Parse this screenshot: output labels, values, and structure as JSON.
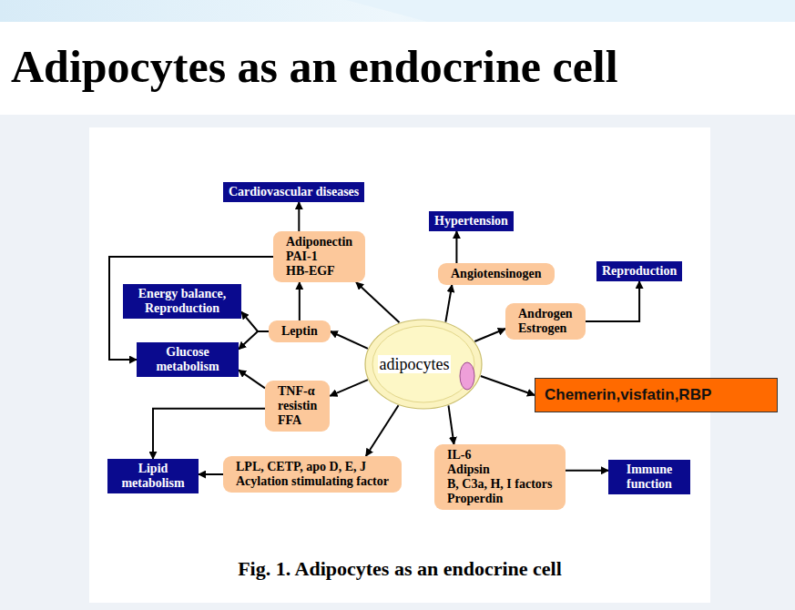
{
  "diagram": {
    "title": "Adipocytes as an endocrine cell",
    "caption": "Fig. 1. Adipocytes as an endocrine cell",
    "nodes": [
      {
        "text": [
          "Cardiovascular diseases"
        ]
      },
      {
        "text": [
          "Hypertension"
        ]
      },
      {
        "text": [
          "Reproduction"
        ]
      },
      {
        "text": [
          "Adiponectin",
          "PAI-1",
          "HB-EGF"
        ]
      },
      {
        "text": [
          "Angiotensinogen"
        ]
      },
      {
        "text": [
          "Energy balance, Reproduction"
        ]
      },
      {
        "text": [
          "Leptin"
        ]
      },
      {
        "text": [
          "Androgen",
          "Estrogen"
        ]
      },
      {
        "text": [
          "Glucose metabolism"
        ]
      },
      {
        "text": [
          "adipocytes"
        ]
      },
      {
        "text": [
          "Chemerin,visfatin,RBP"
        ]
      },
      {
        "text": [
          "TNF-α",
          "resistin",
          "FFA"
        ]
      },
      {
        "text": [
          "Lipid metabolism"
        ]
      },
      {
        "text": [
          "LPL, CETP, apo D, E, J",
          "Acylation stimulating factor"
        ]
      },
      {
        "text": [
          "IL-6",
          "Adipsin",
          "B, C3a, H, I factors",
          "Properdin"
        ]
      },
      {
        "text": [
          "Immune function"
        ]
      }
    ],
    "edges": [
      {
        "from": 3,
        "to": 0,
        "arrow": "to"
      },
      {
        "from": 9,
        "to": 3,
        "arrow": "to"
      },
      {
        "from": 4,
        "to": 1,
        "arrow": "to"
      },
      {
        "from": 9,
        "to": 4,
        "arrow": "to"
      },
      {
        "from": 7,
        "to": 2,
        "arrow": "to"
      },
      {
        "from": 9,
        "to": 7,
        "arrow": "to"
      },
      {
        "from": 6,
        "to": 5,
        "arrow": "to"
      },
      {
        "from": 6,
        "to": 8,
        "arrow": "to"
      },
      {
        "from": 6,
        "to": 3,
        "arrow": "to"
      },
      {
        "from": 9,
        "to": 6,
        "arrow": "to"
      },
      {
        "from": 3,
        "to": 8,
        "arrow": "to"
      },
      {
        "from": 11,
        "to": 8,
        "arrow": "to"
      },
      {
        "from": 11,
        "to": 12,
        "arrow": "to"
      },
      {
        "from": 9,
        "to": 11,
        "arrow": "to"
      },
      {
        "from": 13,
        "to": 12,
        "arrow": "to"
      },
      {
        "from": 9,
        "to": 13,
        "arrow": "to"
      },
      {
        "from": 9,
        "to": 14,
        "arrow": "to"
      },
      {
        "from": 14,
        "to": 15,
        "arrow": "to"
      },
      {
        "from": 9,
        "to": 10,
        "arrow": "to"
      }
    ]
  }
}
